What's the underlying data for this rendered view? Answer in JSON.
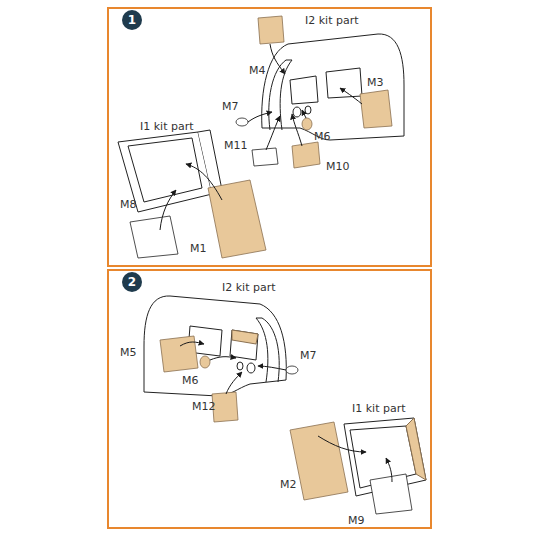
{
  "diagram": {
    "nodes": [
      {
        "text": [
          "1"
        ]
      },
      {
        "text": [
          "2"
        ]
      }
    ],
    "labels": [
      "I2 kit part",
      "M4",
      "M7",
      "M3",
      "M6",
      "M11",
      "M10",
      "I1 kit part",
      "M1",
      "M8",
      "I2 kit part",
      "M5",
      "M7",
      "M6",
      "M12",
      "I1 kit part",
      "M2",
      "M9"
    ]
  }
}
